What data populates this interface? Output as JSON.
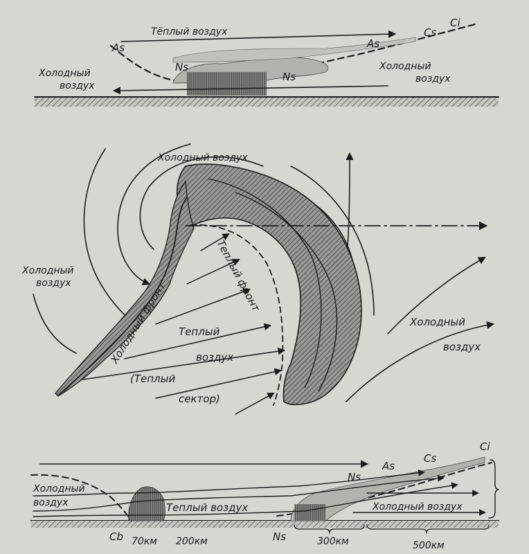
{
  "top_section": {
    "warm_air": "Тёплый воздух",
    "cold_air_left": "Холодный\nвоздух",
    "cold_air_right": "Холодный\nвоздух",
    "cloud_labels": [
      "As",
      "As",
      "Cs",
      "Ci",
      "Ns",
      "Ns"
    ]
  },
  "middle_section": {
    "cold_air_top": "Холодный воздух",
    "cold_air_left": "Холодный\nвоздух",
    "cold_air_right": "Холодный\nвоздух",
    "cold_front": "Холодный фронт",
    "warm_front": "Теплый фронт",
    "warm_air": "Теплый\nвоздух",
    "warm_sector": "(Теплый\nсектор)"
  },
  "bottom_section": {
    "cold_air_left": "Холодный\nвоздух",
    "warm_air": "Теплый воздух",
    "cold_air_right": "Холодный воздух",
    "cloud_labels": [
      "Cb",
      "Ns",
      "Ns",
      "As",
      "Cs",
      "Ci"
    ],
    "distances": [
      "70км",
      "200км",
      "300км",
      "500км"
    ]
  }
}
